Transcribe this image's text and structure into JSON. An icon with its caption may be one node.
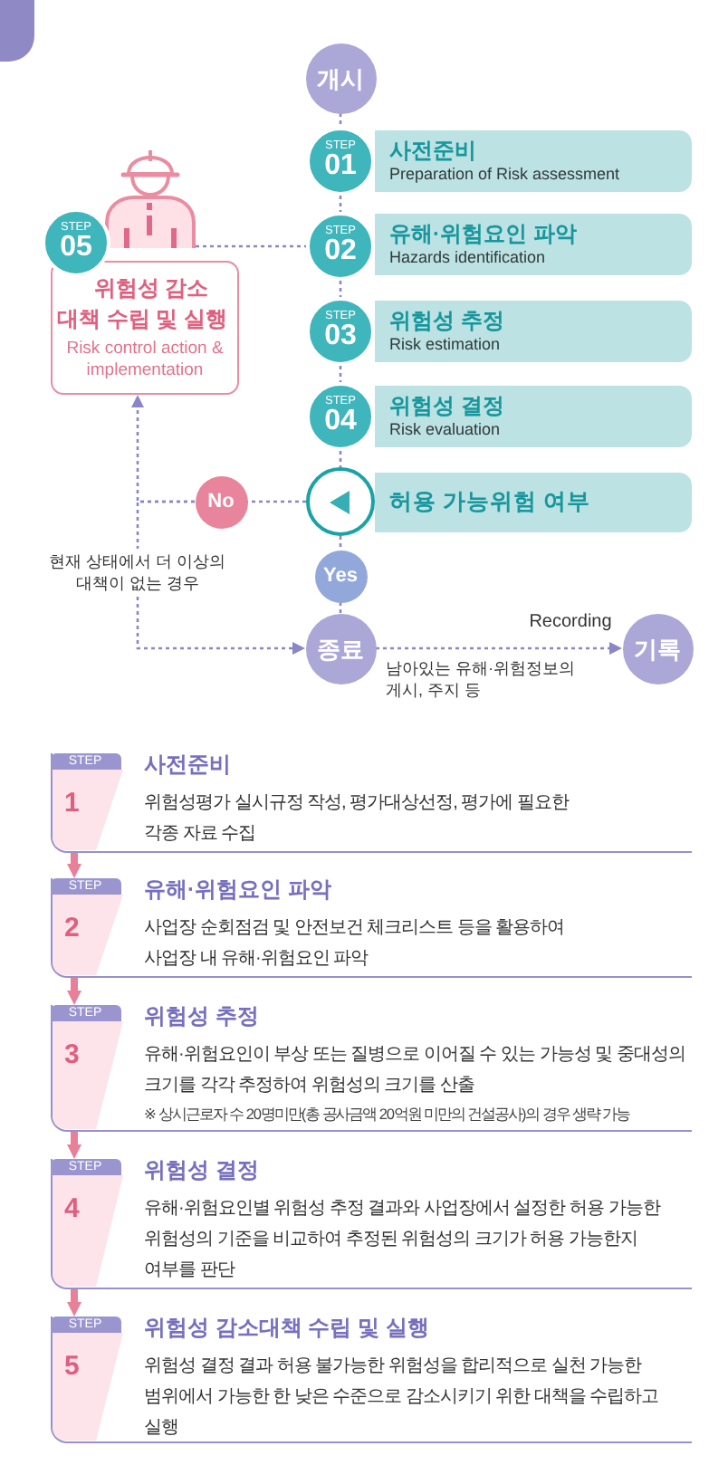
{
  "diagram": {
    "nodes": [
      {
        "text": [
          "개시"
        ]
      },
      {
        "text": [
          "STEP",
          "01"
        ]
      },
      {
        "text": [
          "사전준비",
          "Preparation of Risk assessment"
        ]
      },
      {
        "text": [
          "STEP",
          "02"
        ]
      },
      {
        "text": [
          "유해·위험요인 파악",
          "Hazards identification"
        ]
      },
      {
        "text": [
          "STEP",
          "03"
        ]
      },
      {
        "text": [
          "위험성 추정",
          "Risk estimation"
        ]
      },
      {
        "text": [
          "STEP",
          "04"
        ]
      },
      {
        "text": [
          "위험성 결정",
          "Risk evaluation"
        ]
      },
      {
        "text": [],
        "shape": "circle"
      },
      {
        "text": [
          "허용 가능위험 여부"
        ]
      },
      {
        "text": [
          "Yes"
        ]
      },
      {
        "text": [
          "종료"
        ]
      },
      {
        "text": [
          "기록"
        ]
      },
      {
        "text": [
          "No"
        ]
      },
      {
        "text": [],
        "shape": "person"
      },
      {
        "text": [
          "STEP",
          "05"
        ]
      },
      {
        "text": [
          "위험성 감소 대책 수립 및 실행",
          "Risk control action & implementation"
        ]
      },
      {
        "text": [
          "1",
          "사전준비",
          "위험성평가 실시규정 작성, 평가대상선정, 평가에 필요한 각종 자료 수집"
        ]
      },
      {
        "text": [
          "STEP"
        ],
        "in": 18
      },
      {
        "text": [
          "2",
          "유해·위험요인 파악",
          "사업장 순회점검 및 안전보건 체크리스트 등을 활용하여 사업장 내 유해·위험요인 파악"
        ]
      },
      {
        "text": [
          "STEP"
        ],
        "in": 20
      },
      {
        "text": [
          "3",
          "위험성 추정",
          "유해·위험요인이 부상 또는 질병으로 이어질 수 있는 가능성 및 중대성의 크기를 각각 추정하여 위험성의 크기를 산출",
          "※ 상시근로자 수 20명미만(총 공사금액 20억원 미만의 건설공사)의 경우 생략 가능"
        ]
      },
      {
        "text": [
          "STEP"
        ],
        "in": 22
      },
      {
        "text": [
          "4",
          "위험성 결정",
          "유해·위험요인별 위험성 추정 결과와 사업장에서 설정한 허용 가능한 위험성의 기준을 비교하여 추정된 위험성의 크기가 허용 가능한지 여부를 판단"
        ]
      },
      {
        "text": [
          "STEP"
        ],
        "in": 24
      },
      {
        "text": [
          "5",
          "위험성 감소대책 수립 및 실행",
          "위험성 결정 결과 허용 불가능한 위험성을 합리적으로 실천 가능한 범위에서 가능한 한 낮은 수준으로 감소시키기 위한 대책을 수립하고 실행"
        ]
      },
      {
        "text": [
          "STEP"
        ],
        "in": 26
      }
    ],
    "edges": [
      {
        "from": 0,
        "to": 1,
        "arrow": "none",
        "style": "dashed"
      },
      {
        "from": 1,
        "to": 3,
        "arrow": "none",
        "style": "dashed"
      },
      {
        "from": 3,
        "to": 5,
        "arrow": "none",
        "style": "dashed"
      },
      {
        "from": 5,
        "to": 7,
        "arrow": "none",
        "style": "dashed"
      },
      {
        "from": 7,
        "to": 9,
        "arrow": "none",
        "style": "dashed"
      },
      {
        "from": 9,
        "to": 11,
        "arrow": "none",
        "style": "dashed"
      },
      {
        "from": 11,
        "to": 12,
        "arrow": "none",
        "style": "dashed"
      },
      {
        "from": 9,
        "to": 14,
        "arrow": "none",
        "style": "dashed"
      },
      {
        "from": 14,
        "to": 17,
        "arrow": "to",
        "style": "dashed"
      },
      {
        "from": 14,
        "to": 12,
        "arrow": "to",
        "style": "dashed",
        "label": "현재 상태에서 더 이상의 대책이 없는 경우"
      },
      {
        "from": 12,
        "to": 13,
        "arrow": "to",
        "style": "dashed",
        "label": "Recording"
      },
      {
        "from": 15,
        "to": 3,
        "arrow": "none",
        "style": "dashed"
      },
      {
        "from": 18,
        "to": 20,
        "arrow": "to",
        "style": "thick",
        "color": "#e8809a"
      },
      {
        "from": 20,
        "to": 22,
        "arrow": "to",
        "style": "thick",
        "color": "#e8809a"
      },
      {
        "from": 22,
        "to": 24,
        "arrow": "to",
        "style": "thick",
        "color": "#e8809a"
      },
      {
        "from": 24,
        "to": 26,
        "arrow": "to",
        "style": "thick",
        "color": "#e8809a"
      }
    ],
    "labels": [
      "남아있는 유해·위험정보의 게시, 주지 등"
    ]
  }
}
